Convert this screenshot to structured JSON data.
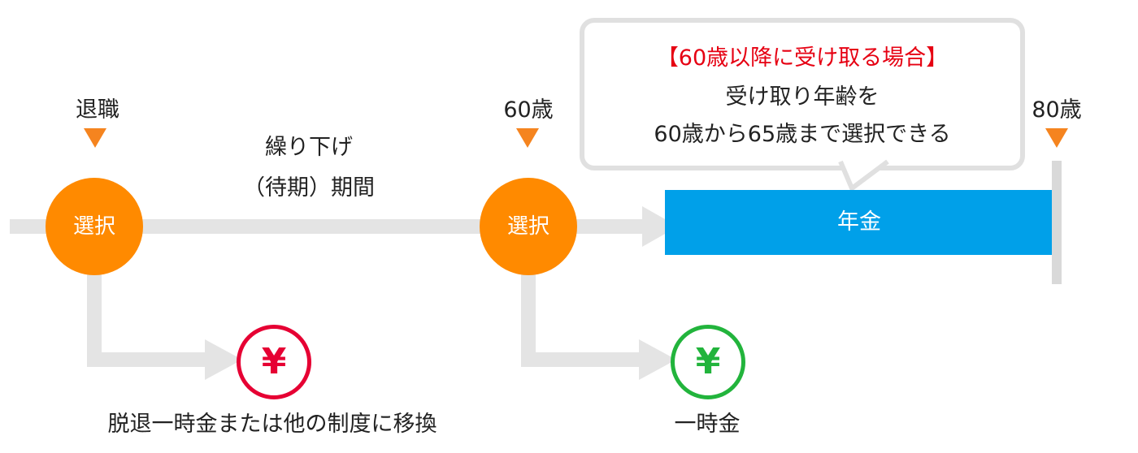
{
  "colors": {
    "node": "#ff8a00",
    "marker": "#f5841f",
    "arrow": "#e4e4e4",
    "pension": "#00a0e9",
    "yen_red": "#e60033",
    "yen_green": "#22b43c",
    "callout_heading": "#e60012",
    "callout_border": "#e0e0e0"
  },
  "timeline": {
    "retirement_label": "退職",
    "age60_label": "60歳",
    "age80_label": "80歳",
    "deferral_line1": "繰り下げ",
    "deferral_line2": "（待期）期間"
  },
  "nodes": {
    "first_choice": "選択",
    "second_choice": "選択"
  },
  "pension": {
    "label": "年金"
  },
  "callout": {
    "heading": "【60歳以降に受け取る場合】",
    "line1": "受け取り年齢を",
    "line2": "60歳から65歳まで選択できる"
  },
  "outcomes": {
    "yen_symbol": "¥",
    "lump_sum_transfer": "脱退一時金または他の制度に移換",
    "lump_sum": "一時金"
  }
}
